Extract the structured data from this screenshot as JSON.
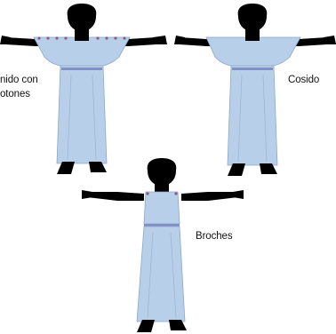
{
  "colors": {
    "skin": "#000000",
    "dress_fill": "#b8cfe9",
    "dress_stroke": "#8ea7c9",
    "belt": "#8290c6",
    "shadow": "#c9d9ee",
    "buttons": "#8a5a88"
  },
  "figures": [
    {
      "id": "buttoned",
      "label_lines": [
        "nido con",
        "otones"
      ]
    },
    {
      "id": "sewn",
      "label_lines": [
        "Cosido"
      ]
    },
    {
      "id": "brooches",
      "label_lines": [
        "Broches"
      ]
    }
  ]
}
